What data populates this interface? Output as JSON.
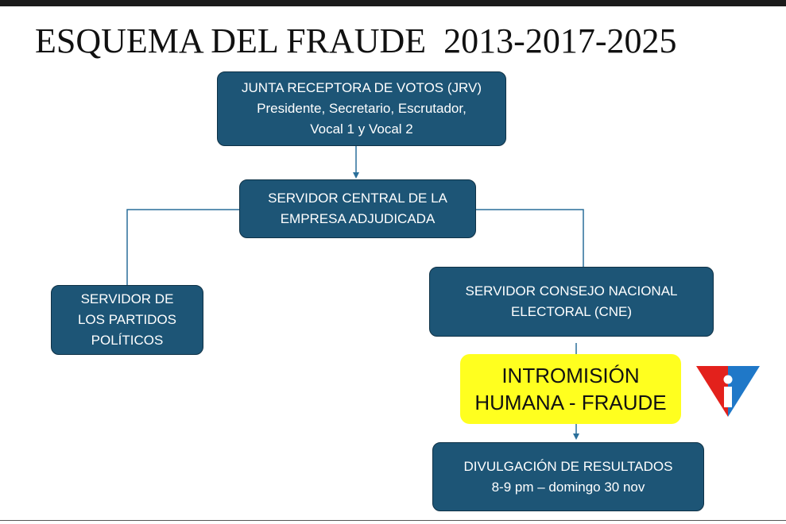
{
  "title": "ESQUEMA DEL FRAUDE  2013-2017-2025",
  "nodes": {
    "jrv": {
      "lines": [
        "JUNTA RECEPTORA DE VOTOS (JRV)",
        "Presidente, Secretario, Escrutador,",
        "Vocal 1 y Vocal 2"
      ]
    },
    "central_server": {
      "lines": [
        "SERVIDOR CENTRAL DE LA",
        "EMPRESA ADJUDICADA"
      ]
    },
    "party_server": {
      "lines": [
        "SERVIDOR DE",
        "LOS PARTIDOS",
        "POLÍTICOS"
      ]
    },
    "cne_server": {
      "lines": [
        "SERVIDOR CONSEJO NACIONAL",
        "ELECTORAL (CNE)"
      ]
    },
    "fraud": {
      "lines": [
        "INTROMISIÓN",
        "HUMANA - FRAUDE"
      ]
    },
    "results": {
      "lines": [
        "DIVULGACIÓN DE RESULTADOS",
        "8-9 pm – domingo 30 nov"
      ]
    }
  },
  "colors": {
    "box_fill": "#1d5576",
    "box_border": "#0e3146",
    "connector": "#2a6f9a",
    "highlight": "#ffff1f",
    "logo_red": "#e3211c",
    "logo_blue": "#1f78c8"
  },
  "logo": {
    "icon": "red-blue-triangle-i-logo"
  }
}
